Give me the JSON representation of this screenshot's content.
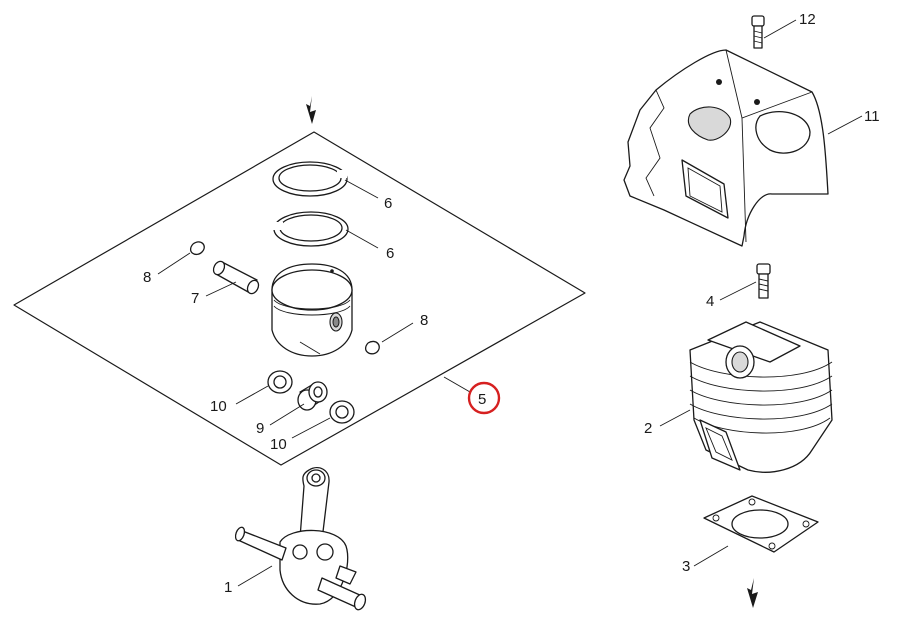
{
  "callouts": {
    "p1": "1",
    "p2": "2",
    "p3": "3",
    "p4": "4",
    "p5": "5",
    "p6a": "6",
    "p6b": "6",
    "p7": "7",
    "p8a": "8",
    "p8b": "8",
    "p9": "9",
    "p10a": "10",
    "p10b": "10",
    "p11": "11",
    "p12": "12"
  },
  "highlight": {
    "part": "5",
    "color": "#d62020"
  },
  "colors": {
    "line": "#1a1a1a",
    "background": "#ffffff"
  }
}
